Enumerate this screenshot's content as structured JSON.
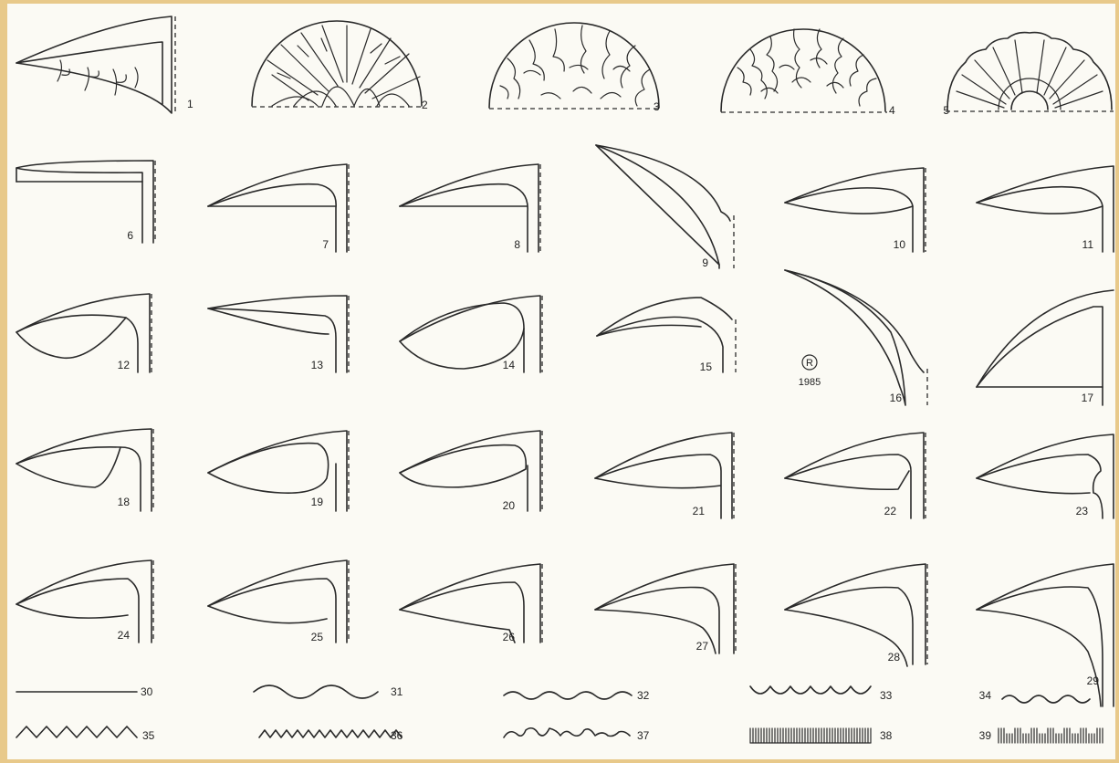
{
  "figure": {
    "labels": [
      "1",
      "2",
      "3",
      "4",
      "5",
      "6",
      "7",
      "8",
      "9",
      "10",
      "11",
      "12",
      "13",
      "14",
      "15",
      "16",
      "17",
      "18",
      "19",
      "20",
      "21",
      "22",
      "23",
      "24",
      "25",
      "26",
      "27",
      "28",
      "29",
      "30",
      "31",
      "32",
      "33",
      "34",
      "35",
      "36",
      "37",
      "38",
      "39"
    ],
    "monogram": "R",
    "year": "1985",
    "colors": {
      "ink": "#2a2a2a",
      "paper": "#fbfaf4",
      "frame": "#e8c98a"
    }
  }
}
